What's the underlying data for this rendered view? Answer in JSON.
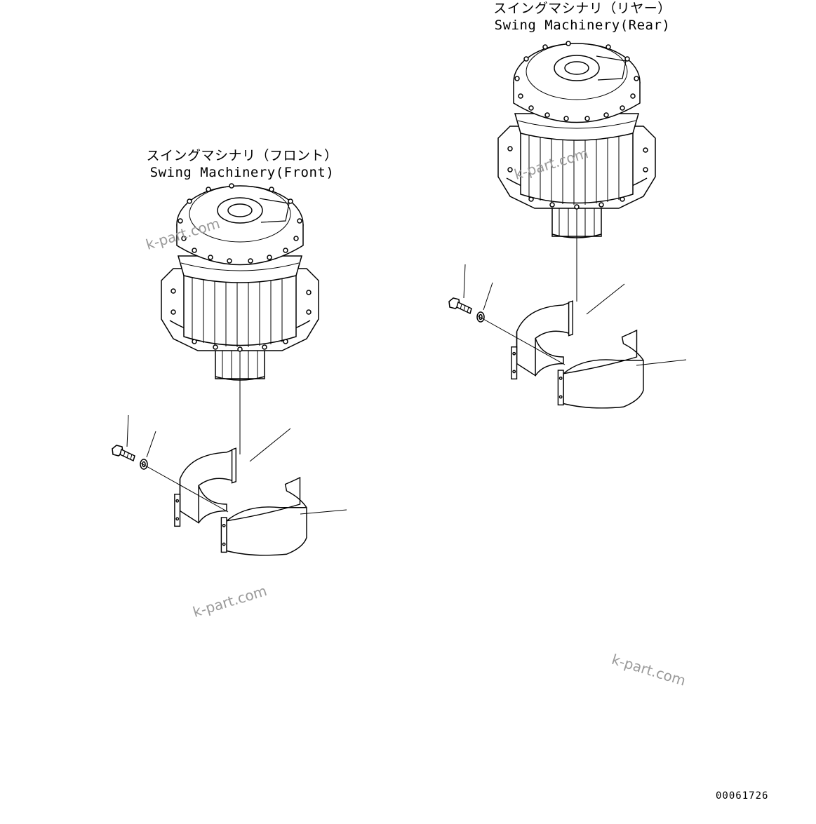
{
  "labels": {
    "front_jp": "スイングマシナリ（フロント）",
    "front_en": "Swing Machinery(Front)",
    "rear_jp": "スイングマシナリ（リヤー）",
    "rear_en": "Swing Machinery(Rear)"
  },
  "watermark": "k-part.com",
  "doc_number": "00061726"
}
